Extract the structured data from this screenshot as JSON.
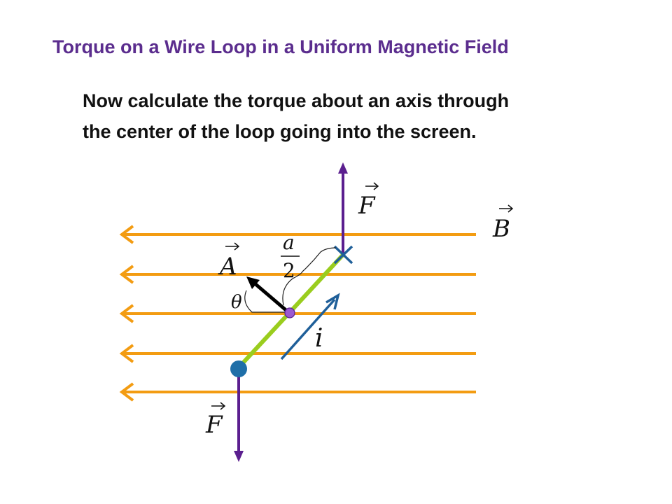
{
  "slide": {
    "title": "Torque on a Wire Loop in a Uniform Magnetic Field",
    "text_line1": "Now calculate the torque about an axis through",
    "text_line2": "the center of the loop going into the screen."
  },
  "diagram": {
    "labels": {
      "force_top": "F",
      "force_bottom": "F",
      "field": "B",
      "area": "A",
      "half_length_num": "a",
      "half_length_den": "2",
      "angle": "θ",
      "current": "i"
    },
    "colors": {
      "field_lines": "#f39c12",
      "force_arrows": "#5b1f8f",
      "wire": "#9acd1e",
      "current_arrow": "#1f5f99",
      "center_dot": "#9b59d0",
      "end_dot": "#1f6fa8",
      "area_vector": "#000000",
      "title_text": "#5b2d8e"
    }
  }
}
